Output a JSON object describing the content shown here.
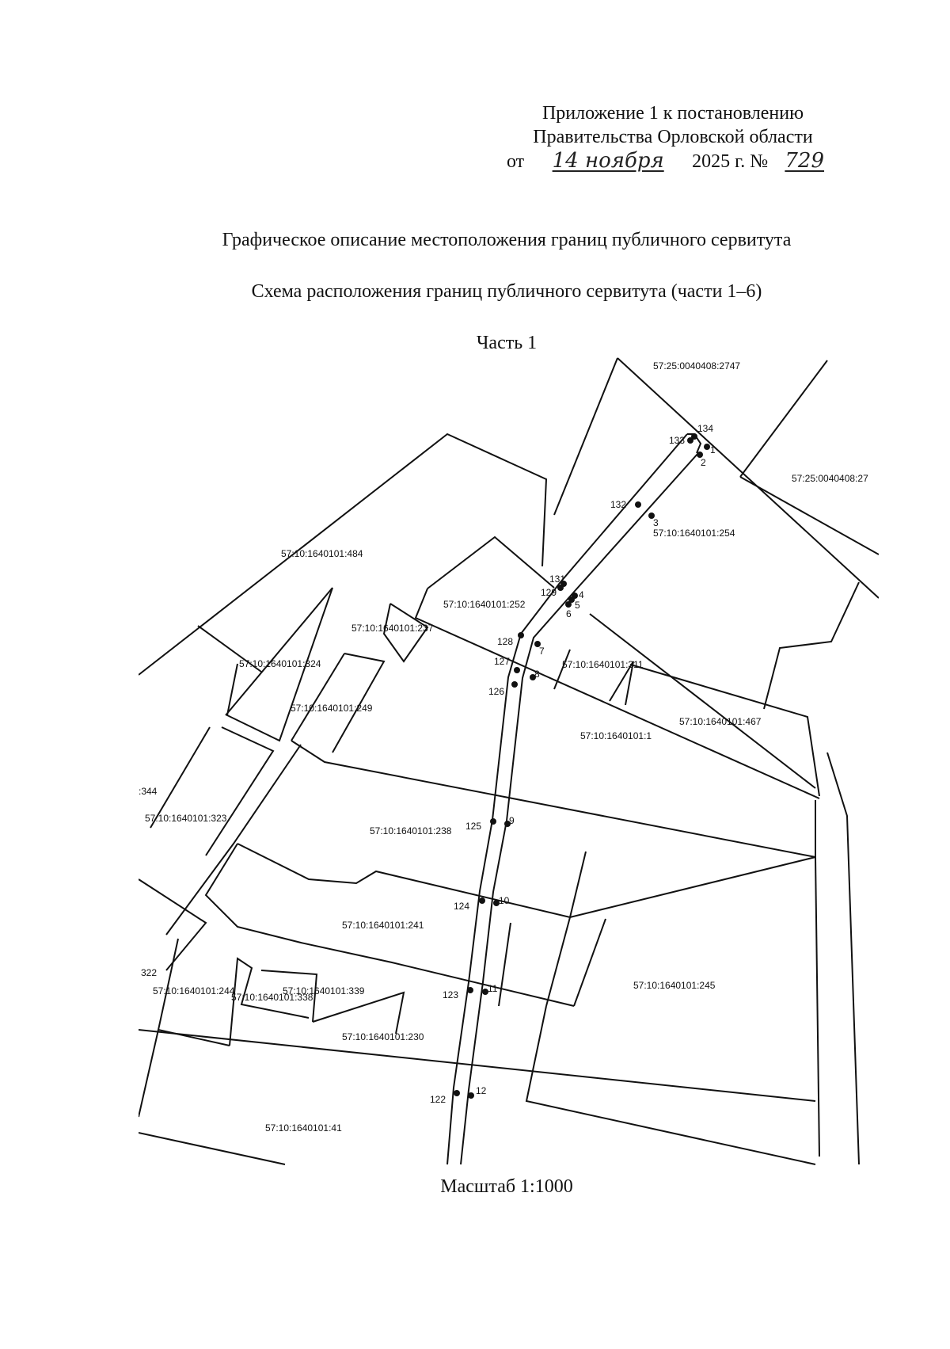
{
  "header": {
    "line1": "Приложение 1 к постановлению",
    "line2": "Правительства Орловской области",
    "prefix": "от",
    "date_handwritten": "14 ноября",
    "year_text": "2025 г. №",
    "number_handwritten": "729"
  },
  "title": "Графическое описание местоположения границ публичного сервитута",
  "subtitle": "Схема расположения границ публичного сервитута (части 1–6)",
  "part_label": "Часть 1",
  "scale_label": "Масштаб 1:1000",
  "parcels": [
    "57:25:0040408:2747",
    "57:25:0040408:27",
    "57:10:1640101:254",
    "57:10:1640101:484",
    "57:10:1640101:252",
    "57:10:1640101:237",
    "57:10:1640101:324",
    "57:10:1640101:311",
    "57:10:1640101:249",
    "57:10:1640101:467",
    "57:10:1640101:1",
    ":344",
    "57:10:1640101:323",
    "57:10:1640101:238",
    "57:10:1640101:241",
    "57:10:1640101:245",
    "322",
    "57:10:1640101:244",
    "57:10:1640101:339",
    "57:10:1640101:338",
    "57:10:1640101:230",
    "57:10:1640101:41"
  ],
  "points": [
    "134",
    "133",
    "1",
    "2",
    "132",
    "3",
    "131",
    "129",
    "4",
    "5",
    "6",
    "128",
    "7",
    "127",
    "8",
    "126",
    "125",
    "9",
    "124",
    "10",
    "123",
    "11",
    "122",
    "12"
  ]
}
